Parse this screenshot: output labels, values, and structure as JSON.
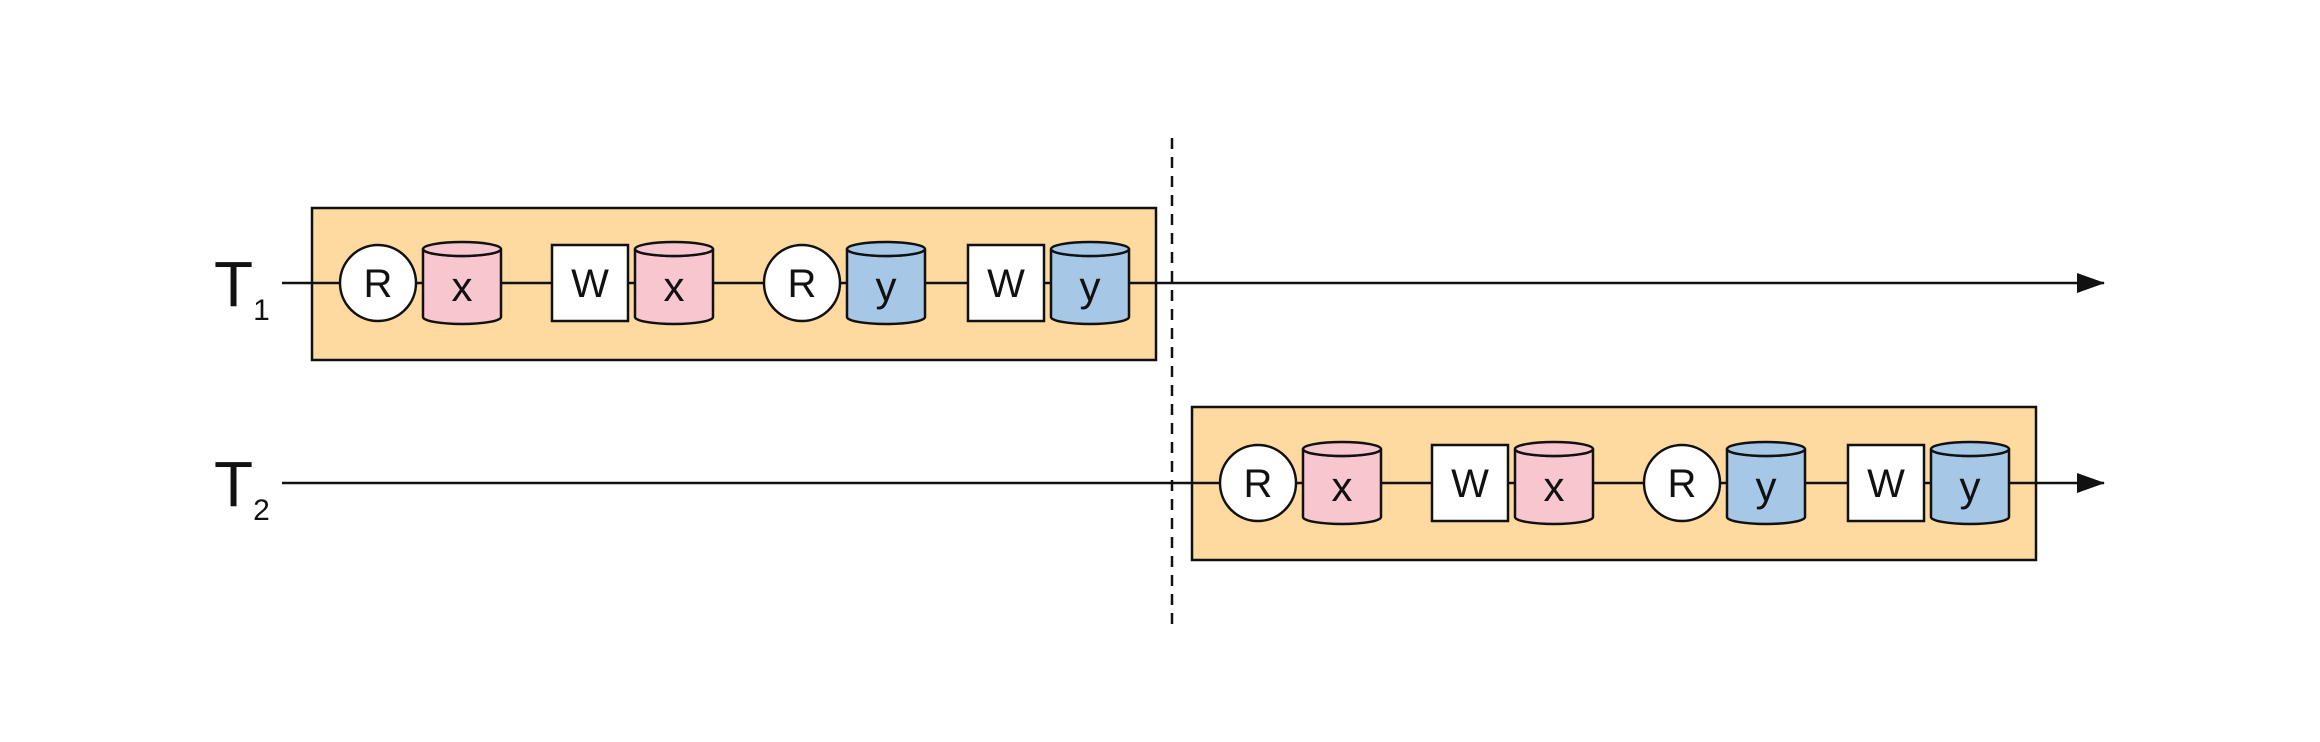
{
  "colors": {
    "block_fill": "#FED9A0",
    "x_fill": "#F8C6CF",
    "y_fill": "#A7C7E6",
    "stroke": "#111111"
  },
  "transactions": [
    {
      "id": "t1",
      "label": "T",
      "subscript": "1",
      "operations": [
        {
          "op": "R",
          "item": "x"
        },
        {
          "op": "W",
          "item": "x"
        },
        {
          "op": "R",
          "item": "y"
        },
        {
          "op": "W",
          "item": "y"
        }
      ]
    },
    {
      "id": "t2",
      "label": "T",
      "subscript": "2",
      "operations": [
        {
          "op": "R",
          "item": "x"
        },
        {
          "op": "W",
          "item": "x"
        },
        {
          "op": "R",
          "item": "y"
        },
        {
          "op": "W",
          "item": "y"
        }
      ]
    }
  ]
}
